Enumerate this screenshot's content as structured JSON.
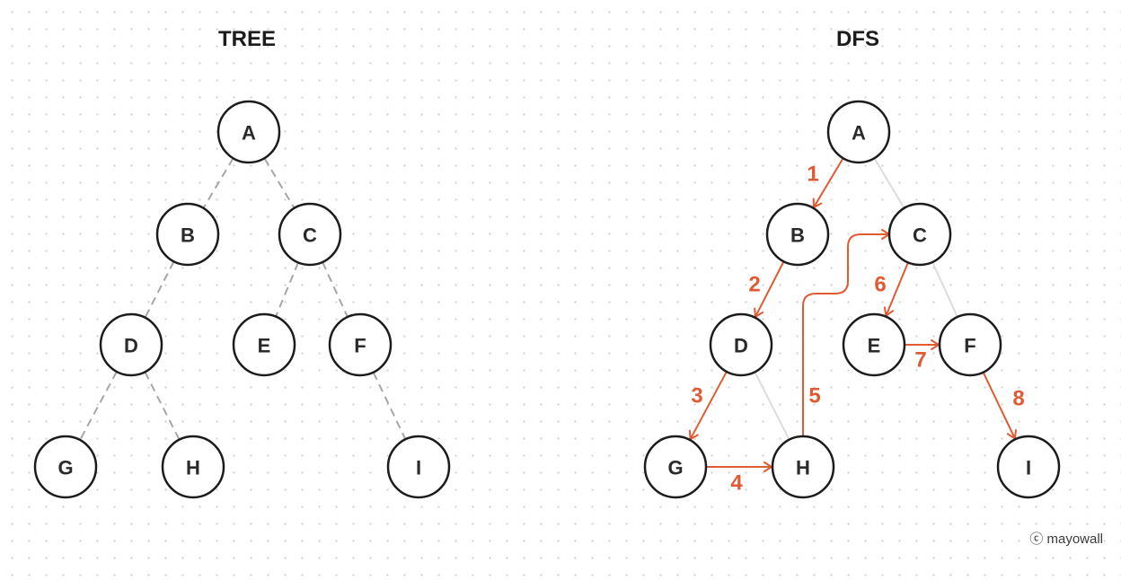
{
  "titles": {
    "tree": "TREE",
    "dfs": "DFS"
  },
  "nodes": [
    "A",
    "B",
    "C",
    "D",
    "E",
    "F",
    "G",
    "H",
    "I"
  ],
  "tree_edges": [
    [
      "A",
      "B"
    ],
    [
      "A",
      "C"
    ],
    [
      "B",
      "D"
    ],
    [
      "C",
      "E"
    ],
    [
      "C",
      "F"
    ],
    [
      "D",
      "G"
    ],
    [
      "D",
      "H"
    ],
    [
      "F",
      "I"
    ]
  ],
  "dfs_steps": [
    {
      "step": "1",
      "from": "A",
      "to": "B"
    },
    {
      "step": "2",
      "from": "B",
      "to": "D"
    },
    {
      "step": "3",
      "from": "D",
      "to": "G"
    },
    {
      "step": "4",
      "from": "G",
      "to": "H"
    },
    {
      "step": "5",
      "from": "H",
      "to": "C"
    },
    {
      "step": "6",
      "from": "C",
      "to": "E"
    },
    {
      "step": "7",
      "from": "E",
      "to": "F"
    },
    {
      "step": "8",
      "from": "F",
      "to": "I"
    }
  ],
  "credit": "ⓒ mayowall",
  "colors": {
    "node_stroke": "#1c1c1c",
    "tree_edge": "#a6a6a6",
    "dfs_faint_edge": "#dcdcdc",
    "dfs_arrow": "#e05a33"
  }
}
